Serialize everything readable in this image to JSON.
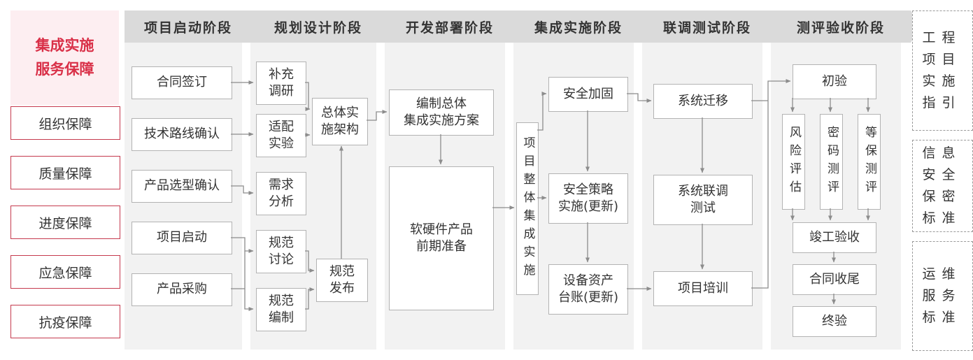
{
  "sidebar": {
    "title": "集成实施\n服务保障",
    "items": [
      {
        "label": "组织保障"
      },
      {
        "label": "质量保障"
      },
      {
        "label": "进度保障"
      },
      {
        "label": "应急保障"
      },
      {
        "label": "抗疫保障"
      }
    ]
  },
  "phases": [
    {
      "label": "项目启动阶段"
    },
    {
      "label": "规划设计阶段"
    },
    {
      "label": "开发部署阶段"
    },
    {
      "label": "集成实施阶段"
    },
    {
      "label": "联调测试阶段"
    },
    {
      "label": "测评验收阶段"
    }
  ],
  "flow": {
    "col1": {
      "contract_signing": "合同签订",
      "tech_route_confirm": "技术路线确认",
      "product_selection_confirm": "产品选型确认",
      "project_kickoff": "项目启动",
      "product_procurement": "产品采购"
    },
    "col2": {
      "supplementary_research": "补充\n调研",
      "adaptation_experiment": "适配\n实验",
      "requirement_analysis": "需求\n分析",
      "spec_discussion": "规范\n讨论",
      "spec_compilation": "规范\n编制",
      "overall_architecture": "总体实\n施架构",
      "spec_release": "规范\n发布"
    },
    "col3": {
      "overall_plan": "编制总体\n集成实施方案",
      "product_preparation": "软硬件产品\n前期准备"
    },
    "col4": {
      "overall_integration": "项目整体集成实施",
      "security_hardening": "安全加固",
      "security_policy": "安全策略\n实施(更新)",
      "asset_ledger": "设备资产\n台账(更新)"
    },
    "col5": {
      "system_migration": "系统迁移",
      "joint_debug_test": "系统联调\n测试",
      "project_training": "项目培训"
    },
    "col6": {
      "initial_acceptance": "初验",
      "risk_assessment": "风险评估",
      "crypto_evaluation": "密码测评",
      "mlps_evaluation": "等保测评",
      "completion_acceptance": "竣工验收",
      "contract_closure": "合同收尾",
      "final_acceptance": "终验"
    }
  },
  "standards": [
    {
      "label": "工程项目实施指引"
    },
    {
      "label": "信息安全保密标准"
    },
    {
      "label": "运维服务标准"
    }
  ],
  "colors": {
    "accent_red": "#c53a4e",
    "title_red": "#d93048",
    "pink_bg": "#fdeef1",
    "phase_header_bg": "#dadada",
    "column_bg": "#f2f2f2",
    "node_border": "#b3b3b3",
    "arrow": "#8c8c8c",
    "text": "#333333"
  }
}
